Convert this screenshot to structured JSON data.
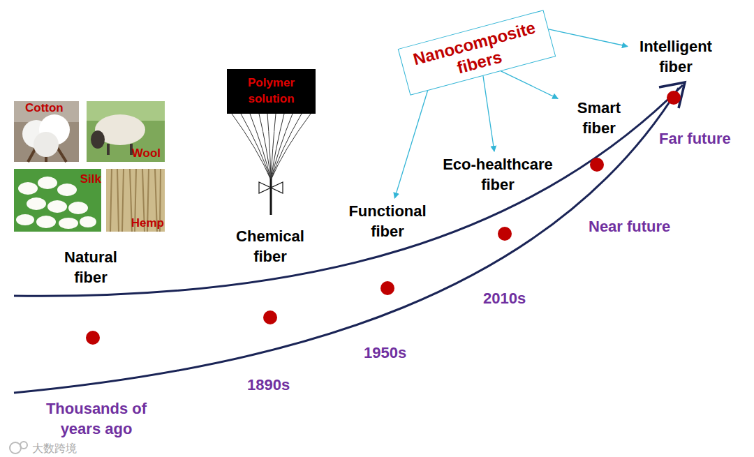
{
  "diagram": {
    "nodes": [
      {
        "text": [
          "Cotton"
        ]
      },
      {
        "text": [
          "Wool"
        ]
      },
      {
        "text": [
          "Silk"
        ]
      },
      {
        "text": [
          "Hemp"
        ]
      },
      {
        "text": [
          "Natural fiber"
        ]
      },
      {
        "text": [
          "Polymer solution"
        ]
      },
      {
        "text": [
          "Chemical fiber"
        ]
      },
      {
        "text": [
          "Nanocomposite fibers"
        ]
      },
      {
        "text": [
          "Functional fiber"
        ]
      },
      {
        "text": [
          "Eco-healthcare fiber"
        ]
      },
      {
        "text": [
          "Smart fiber"
        ]
      },
      {
        "text": [
          "Intelligent fiber"
        ]
      }
    ],
    "edges": [
      {
        "from": 7,
        "to": 8,
        "arrow": "to"
      },
      {
        "from": 7,
        "to": 9,
        "arrow": "to"
      },
      {
        "from": 7,
        "to": 10,
        "arrow": "to"
      },
      {
        "from": 7,
        "to": 11,
        "arrow": "to"
      }
    ],
    "labels": [
      "Thousands of years ago",
      "1890s",
      "1950s",
      "2010s",
      "Near future",
      "Far future",
      "大数跨境"
    ]
  }
}
